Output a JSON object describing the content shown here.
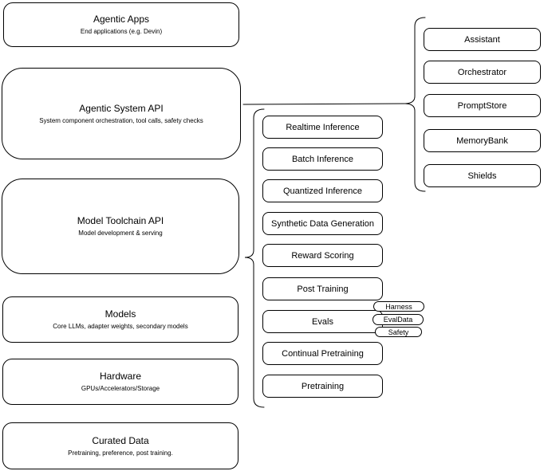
{
  "layers": [
    {
      "title": "Agentic Apps",
      "subtitle": "End applications (e.g. Devin)"
    },
    {
      "title": "Agentic System API",
      "subtitle": "System component orchestration, tool calls, safety checks"
    },
    {
      "title": "Model Toolchain API",
      "subtitle": "Model development & serving"
    },
    {
      "title": "Models",
      "subtitle": "Core LLMs, adapter weights, secondary models"
    },
    {
      "title": "Hardware",
      "subtitle": "GPUs/Accelerators/Storage"
    },
    {
      "title": "Curated Data",
      "subtitle": "Pretraining, preference, post training."
    }
  ],
  "toolchain_items": [
    "Realtime Inference",
    "Batch Inference",
    "Quantized Inference",
    "Synthetic Data Generation",
    "Reward Scoring",
    "Post Training",
    "Evals",
    "Continual Pretraining",
    "Pretraining"
  ],
  "eval_tags": [
    "Harness",
    "EvalData",
    "Safety"
  ],
  "system_components": [
    "Assistant",
    "Orchestrator",
    "PromptStore",
    "MemoryBank",
    "Shields"
  ],
  "colors": {
    "stroke": "#000000",
    "fill": "#ffffff"
  }
}
